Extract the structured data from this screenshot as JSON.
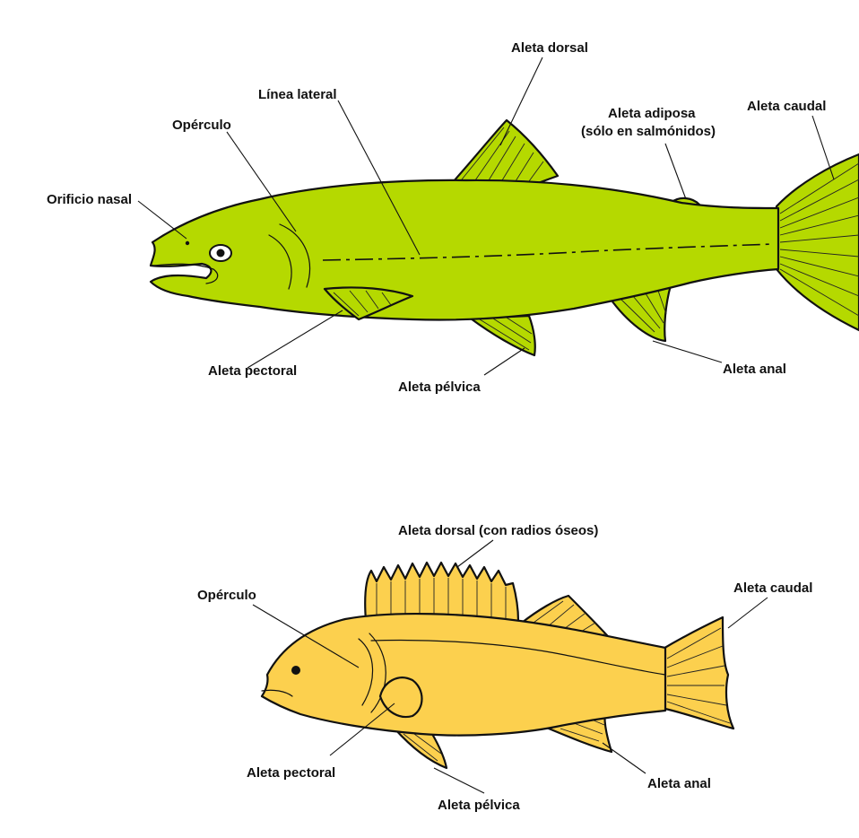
{
  "salmon": {
    "color": "#b5d900",
    "labels": {
      "dorsal": "Aleta dorsal",
      "lateral_line": "Línea lateral",
      "operculum": "Opérculo",
      "adipose_line1": "Aleta adiposa",
      "adipose_line2": "(sólo en salmónidos)",
      "caudal": "Aleta caudal",
      "nostril": "Orificio nasal",
      "pectoral": "Aleta pectoral",
      "pelvic": "Aleta pélvica",
      "anal": "Aleta anal"
    }
  },
  "perch": {
    "color": "#fcd04e",
    "labels": {
      "dorsal": "Aleta dorsal (con radios óseos)",
      "operculum": "Opérculo",
      "caudal": "Aleta caudal",
      "pectoral": "Aleta pectoral",
      "pelvic": "Aleta pélvica",
      "anal": "Aleta anal"
    }
  }
}
